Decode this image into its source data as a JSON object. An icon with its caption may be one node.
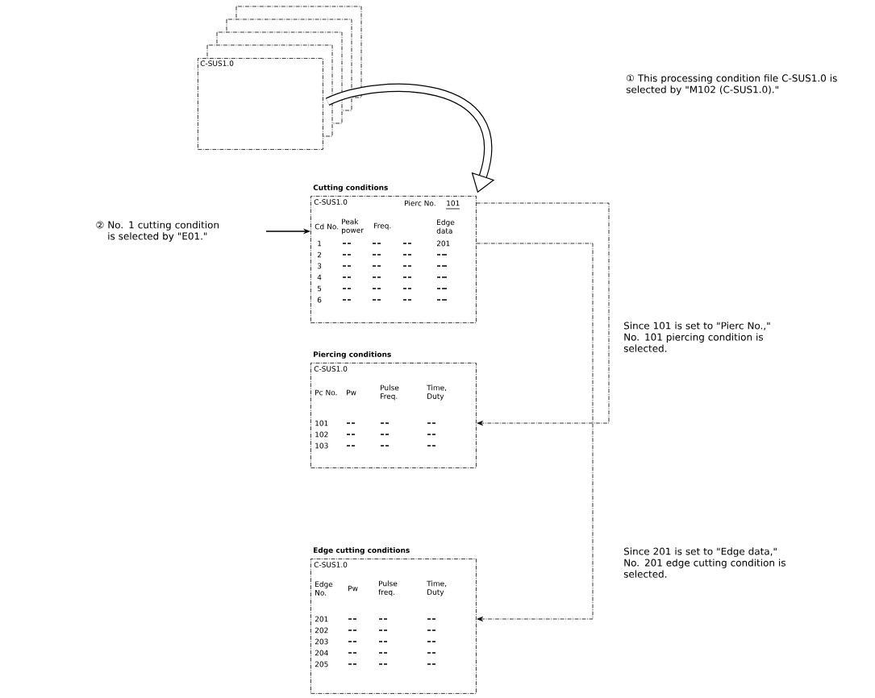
{
  "diagram": {
    "nodes": [
      {
        "text": [
          "C-SUS1.0"
        ]
      },
      {
        "text": [
          "Cutting conditions",
          "C-SUS1.0"
        ]
      },
      {
        "text": [
          "② No. 1 cutting condition is selected by \"E01.\""
        ]
      },
      {
        "text": [
          "Piercing conditions",
          "C-SUS1.0"
        ]
      },
      {
        "text": [
          "Edge cutting conditions",
          "C-SUS1.0"
        ]
      }
    ],
    "edges": [
      {
        "from": 0,
        "to": 1,
        "arrow": "to",
        "style": "thick"
      },
      {
        "from": 2,
        "to": 1,
        "arrow": "to"
      },
      {
        "from": 1,
        "to": 3,
        "arrow": "to",
        "style": "dashed"
      },
      {
        "from": 1,
        "to": 4,
        "arrow": "to",
        "style": "dashed"
      }
    ],
    "labels": [
      "① This processing condition file C-SUS1.0 is selected by \"M102 (C-SUS1.0).\"",
      "Pierc No.",
      "101",
      "Cd No.",
      "Peak power",
      "Freq.",
      "Edge data",
      "1",
      "2",
      "3",
      "4",
      "5",
      "6",
      "201",
      "Since 101 is set to \"Pierc No.,\" No. 101 piercing condition is selected.",
      "Pc No.",
      "Pw",
      "Pulse Freq.",
      "Time, Duty",
      "101",
      "102",
      "103",
      "Since 201 is set to \"Edge data,\" No. 201 edge cutting condition is selected.",
      "Edge No.",
      "Pw",
      "Pulse freq.",
      "Time, Duty",
      "201",
      "202",
      "203",
      "204",
      "205"
    ]
  }
}
